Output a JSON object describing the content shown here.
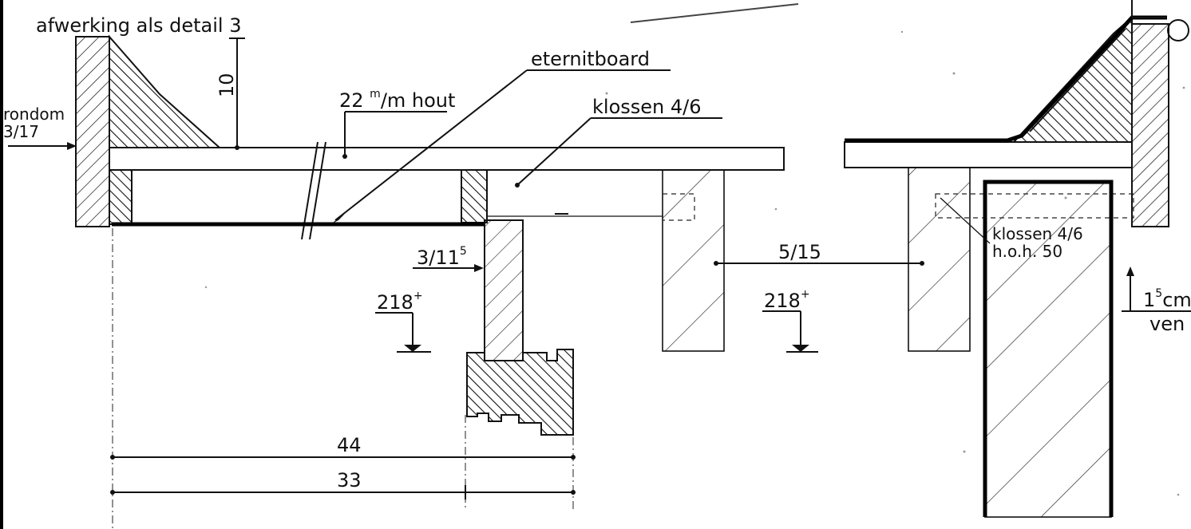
{
  "labels": {
    "afwerking": "afwerking als detail 3",
    "height_10": "10",
    "eternitboard": "eternitboard",
    "hout_prefix": "22 ",
    "hout_sup": "m",
    "hout_suffix": "/m hout",
    "klossen_top": "klossen 4/6",
    "rondom_line1": "rondom",
    "rondom_line2": "3/17",
    "plank_base": "3/11",
    "plank_sup": "5",
    "level_left_base": "218",
    "level_left_sup": "+",
    "level_right_base": "218",
    "level_right_sup": "+",
    "beam": "5/15",
    "klossen_right_line1": "klossen 4/6",
    "klossen_right_line2": "h.o.h. 50",
    "right_dim_base": "1",
    "right_dim_sup": "5",
    "right_dim_unit": "cm",
    "right_vent": "ven",
    "dim_44": "44",
    "dim_33": "33"
  },
  "colors": {
    "ink": "#111111",
    "paper": "#ffffff"
  }
}
